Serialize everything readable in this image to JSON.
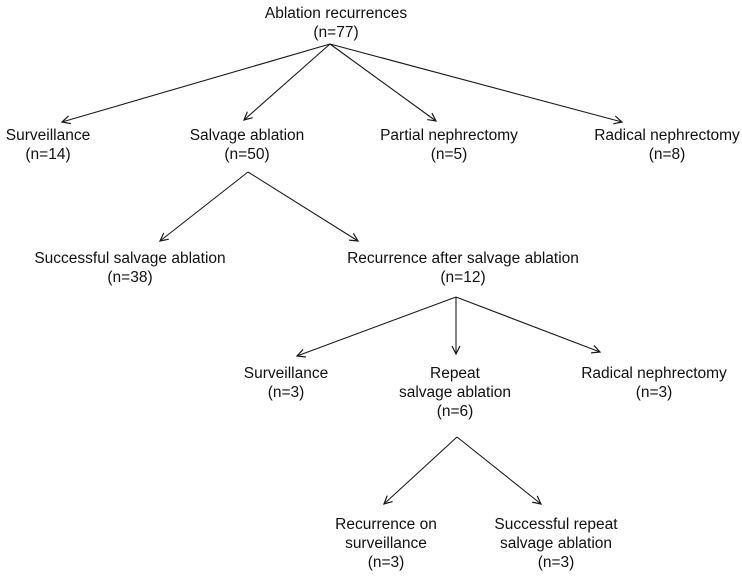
{
  "figure": {
    "type": "flowchart",
    "background_color": "#ffffff",
    "text_color": "#111111",
    "line_color": "#1a1a1a"
  },
  "nodes": {
    "root": {
      "lines": [
        "Ablation recurrences",
        "(n=77)"
      ]
    },
    "surveillance_primary": {
      "lines": [
        "Surveillance",
        "(n=14)"
      ]
    },
    "salvage_ablation": {
      "lines": [
        "Salvage ablation",
        "(n=50)"
      ]
    },
    "partial_nephrectomy": {
      "lines": [
        "Partial nephrectomy",
        "(n=5)"
      ]
    },
    "radical_nephrectomy_primary": {
      "lines": [
        "Radical nephrectomy",
        "(n=8)"
      ]
    },
    "successful_salvage_ablation": {
      "lines": [
        "Successful salvage ablation",
        "(n=38)"
      ]
    },
    "recurrence_after_salvage_ablation": {
      "lines": [
        "Recurrence after salvage ablation",
        "(n=12)"
      ]
    },
    "surveillance_secondary": {
      "lines": [
        "Surveillance",
        "(n=3)"
      ]
    },
    "repeat_salvage_ablation": {
      "lines": [
        "Repeat",
        "salvage ablation",
        "(n=6)"
      ]
    },
    "radical_nephrectomy_secondary": {
      "lines": [
        "Radical nephrectomy",
        "(n=3)"
      ]
    },
    "recurrence_on_surveillance": {
      "lines": [
        "Recurrence on",
        "surveillance",
        "(n=3)"
      ]
    },
    "successful_repeat_salvage_ablation": {
      "lines": [
        "Successful repeat",
        "salvage ablation",
        "(n=3)"
      ]
    }
  },
  "edges": [
    {
      "from": "root",
      "to": "surveillance_primary"
    },
    {
      "from": "root",
      "to": "salvage_ablation"
    },
    {
      "from": "root",
      "to": "partial_nephrectomy"
    },
    {
      "from": "root",
      "to": "radical_nephrectomy_primary"
    },
    {
      "from": "salvage_ablation",
      "to": "successful_salvage_ablation"
    },
    {
      "from": "salvage_ablation",
      "to": "recurrence_after_salvage_ablation"
    },
    {
      "from": "recurrence_after_salvage_ablation",
      "to": "surveillance_secondary"
    },
    {
      "from": "recurrence_after_salvage_ablation",
      "to": "repeat_salvage_ablation"
    },
    {
      "from": "recurrence_after_salvage_ablation",
      "to": "radical_nephrectomy_secondary"
    },
    {
      "from": "repeat_salvage_ablation",
      "to": "recurrence_on_surveillance"
    },
    {
      "from": "repeat_salvage_ablation",
      "to": "successful_repeat_salvage_ablation"
    }
  ]
}
